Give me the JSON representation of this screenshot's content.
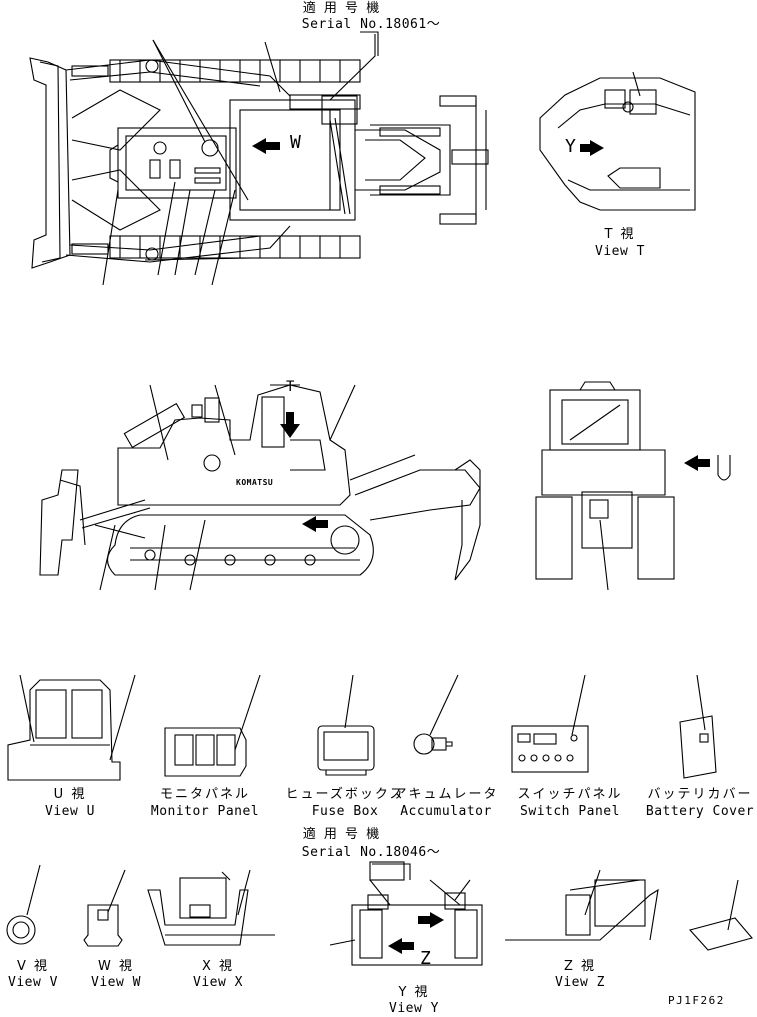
{
  "serial_top": {
    "jp": "適 用 号 機",
    "en": "Serial No.18061～"
  },
  "serial_mid": {
    "jp": "適 用 号 機",
    "en": "Serial No.18046～"
  },
  "view_t": {
    "jp": "T  視",
    "en": "View T"
  },
  "view_u": {
    "jp": "U  視",
    "en": "View U"
  },
  "view_v": {
    "jp": "V  視",
    "en": "View V"
  },
  "view_w": {
    "jp": "W  視",
    "en": "View W"
  },
  "view_x": {
    "jp": "X  視",
    "en": "View X"
  },
  "view_y": {
    "jp": "Y  視",
    "en": "View Y"
  },
  "view_z": {
    "jp": "Z  視",
    "en": "View Z"
  },
  "parts": {
    "monitor": {
      "jp": "モニタパネル",
      "en": "Monitor Panel"
    },
    "fuse": {
      "jp": "ヒューズボックス",
      "en": "Fuse Box"
    },
    "accumulator": {
      "jp": "アキュムレータ",
      "en": "Accumulator"
    },
    "switch": {
      "jp": "スイッチパネル",
      "en": "Switch Panel"
    },
    "battery": {
      "jp": "バッテリカバー",
      "en": "Battery Cover"
    }
  },
  "arrow_letters": {
    "w": "W",
    "y": "Y",
    "t": "T",
    "u": "U",
    "z": "Z"
  },
  "brand_text": "KOMATSU",
  "drawing_code": "PJ1F262",
  "icons": [
    "view-arrow-icon"
  ],
  "colors": {
    "ink": "#000000",
    "paper": "#ffffff"
  }
}
